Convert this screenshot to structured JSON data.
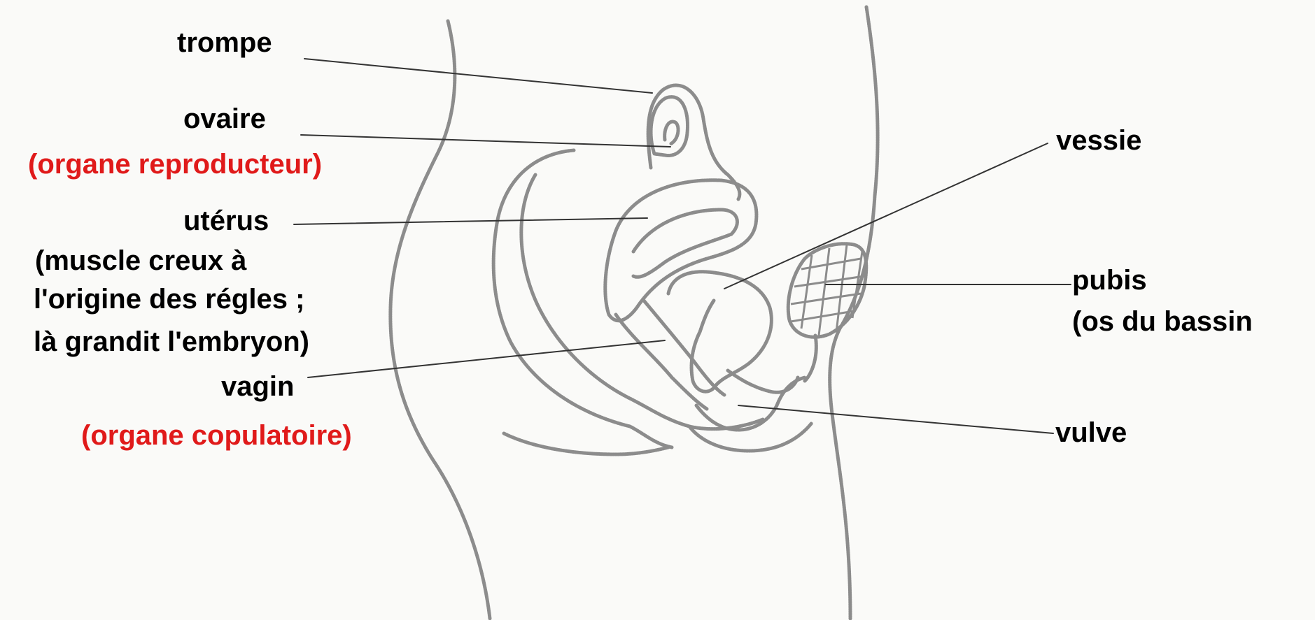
{
  "labels": {
    "trompe": "trompe",
    "ovaire": "ovaire",
    "ovaire_note": "(organe reproducteur)",
    "uterus": "utérus",
    "uterus_note_1": "(muscle creux à",
    "uterus_note_2": "l'origine des régles ;",
    "uterus_note_3": "là grandit l'embryon)",
    "vagin": "vagin",
    "vagin_note": "(organe copulatoire)",
    "vessie": "vessie",
    "pubis": "pubis",
    "pubis_note": "(os du bassin",
    "vulve": "vulve"
  },
  "colors": {
    "label_text": "#000000",
    "highlight_text": "#e01a1a",
    "drawing_stroke": "#8c8c8c",
    "leader_line": "#333333",
    "background": "#fafaf8"
  }
}
